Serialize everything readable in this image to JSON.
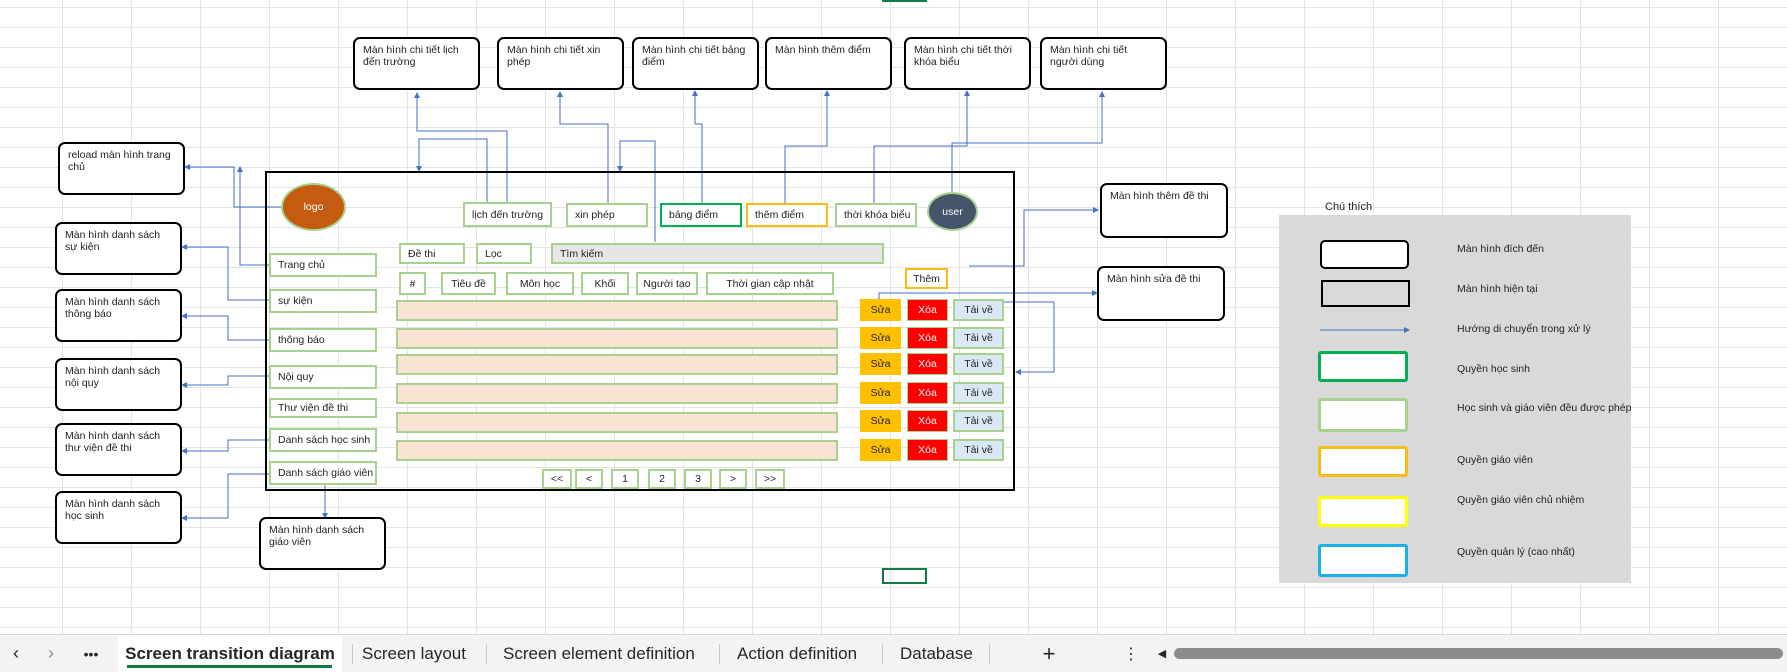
{
  "targets": {
    "lich_den_truong": "Màn hình chi tiết lịch đến trường",
    "xin_phep": "Màn hình chi tiết xin phép",
    "bang_diem": "Màn hình chi tiết bảng điểm",
    "them_diem": "Màn hình thêm điểm",
    "tkb": "Màn hình chi tiết thời khóa biểu",
    "nguoi_dung": "Màn hình chi tiết người dùng",
    "reload": "reload màn hình trang chủ",
    "su_kien": "Màn hình danh sách sự kiện",
    "thong_bao": "Màn hình danh sách thông báo",
    "noi_quy": "Màn hình danh sách nội quy",
    "thu_vien": "Màn hình danh sách thư viện đề thi",
    "hoc_sinh": "Màn hình danh sách học sinh",
    "giao_vien": "Màn hình danh sách giáo viên",
    "them_de_thi": "Màn hình thêm đề thi",
    "sua_de_thi": "Màn hình sửa đề thi"
  },
  "screen": {
    "logo": "logo",
    "user": "user",
    "nav": {
      "lich": "lịch đến trường",
      "xin_phep": "xin phép",
      "bang_diem": "bảng điểm",
      "them_diem": "thêm điểm",
      "tkb": "thời khóa biểu"
    },
    "sidebar": [
      "Trang chủ",
      "sự kiện",
      "thông báo",
      "Nội quy",
      "Thư viện đề thi",
      "Danh sách học sinh",
      "Danh sách giáo viên"
    ],
    "filter": {
      "de_thi": "Đề thi",
      "loc": "Lọc",
      "search": "Tìm kiếm"
    },
    "columns": [
      "#",
      "Tiêu đề",
      "Môn học",
      "Khối",
      "Người tạo",
      "Thời gian cập nhật"
    ],
    "add_label": "Thêm",
    "actions": {
      "edit": "Sửa",
      "delete": "Xóa",
      "download": "Tải về"
    },
    "pagination": [
      "<<",
      "<",
      "1",
      "2",
      "3",
      ">",
      ">>"
    ]
  },
  "legend": {
    "title": "Chú thích",
    "items": [
      {
        "label": "Màn hình đích đến",
        "border": "#000000",
        "fill": "#ffffff"
      },
      {
        "label": "Màn hình hiện tại",
        "border": "#000000",
        "fill": "#d9d9d9"
      },
      {
        "label": "Hướng di chuyển trong xử lý",
        "border": "#4472c4",
        "fill": "none"
      },
      {
        "label": "Quyền học sinh",
        "border": "#00b050",
        "fill": "#ffffff"
      },
      {
        "label": "Học sinh và giáo viên đều được phép",
        "border": "#a9d18e",
        "fill": "#ffffff"
      },
      {
        "label": "Quyền giáo viên",
        "border": "#f9bc14",
        "fill": "#ffffff"
      },
      {
        "label": "Quyền giáo viên chủ nhiệm",
        "border": "#ffff00",
        "fill": "#ffffff"
      },
      {
        "label": "Quyền quản lý (cao nhất)",
        "border": "#1ab0e8",
        "fill": "#ffffff"
      }
    ]
  },
  "sheet_tabs": [
    "Screen transition diagram",
    "Screen layout",
    "Screen element definition",
    "Action definition",
    "Database"
  ],
  "active_tab": "Screen transition diagram",
  "colors": {
    "logo": "#c55a11",
    "user": "#44546a",
    "arrow": "#4472c4",
    "active_tab": "#107c41"
  },
  "icons": [
    "chevron-left-icon",
    "chevron-right-icon",
    "more-icon",
    "add-sheet-icon",
    "vertical-more-icon",
    "scroll-left-icon"
  ]
}
